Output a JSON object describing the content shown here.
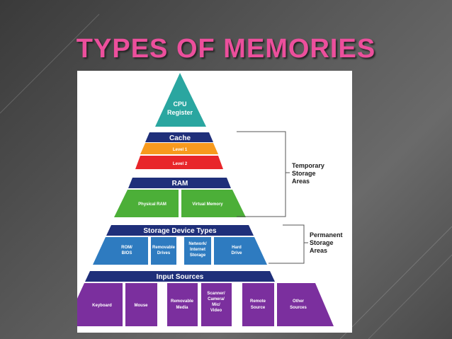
{
  "slide": {
    "title": "TYPES OF MEMORIES"
  },
  "pyramid": {
    "cpu": {
      "line1": "CPU",
      "line2": "Register"
    },
    "cache": {
      "header": "Cache",
      "level1": "Level 1",
      "level2": "Level 2"
    },
    "ram": {
      "header": "RAM",
      "physical": "Physical RAM",
      "virtual": "Virtual Memory"
    },
    "storage": {
      "header": "Storage Device Types",
      "rom": [
        "ROM/",
        "BIOS"
      ],
      "removable": [
        "Removable",
        "Drives"
      ],
      "network": [
        "Network/",
        "Internet",
        "Storage"
      ],
      "hard": [
        "Hard",
        "Drive"
      ]
    },
    "input": {
      "header": "Input Sources",
      "keyboard": [
        "Keyboard"
      ],
      "mouse": [
        "Mouse"
      ],
      "removable_media": [
        "Removable",
        "Media"
      ],
      "scanner": [
        "Scanner/",
        "Camera/",
        "Mic/",
        "Video"
      ],
      "remote": [
        "Remote",
        "Source"
      ],
      "other": [
        "Other",
        "Sources"
      ]
    }
  },
  "annotations": {
    "temporary": [
      "Temporary",
      "Storage",
      "Areas"
    ],
    "permanent": [
      "Permanent",
      "Storage",
      "Areas"
    ]
  },
  "colors": {
    "title": "#ec4f9c",
    "cpu_teal": "#2aa6a0",
    "navy": "#1f2f7a",
    "orange": "#f79a1e",
    "red": "#e8262a",
    "green": "#4caf38",
    "blue": "#2e7bc0",
    "purple": "#7b2f9e"
  }
}
